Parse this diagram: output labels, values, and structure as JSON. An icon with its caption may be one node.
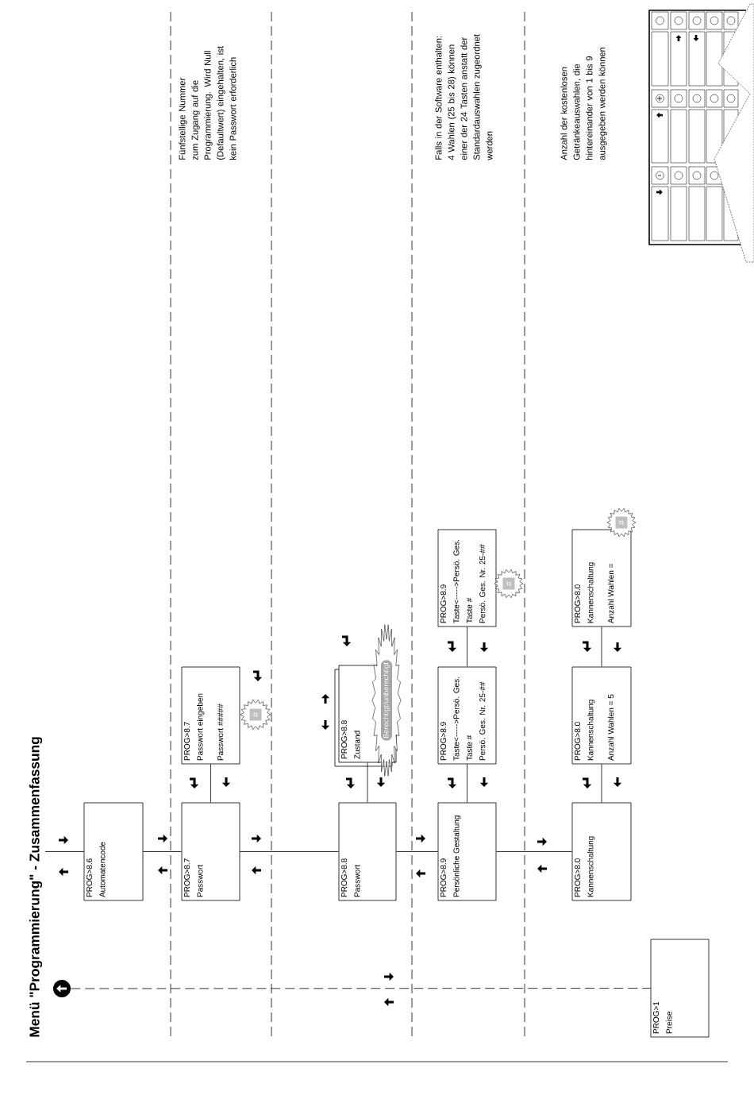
{
  "diagram": {
    "title": "Menü \"Programmierung\" - Zusammenfassung",
    "nodes": [
      {
        "text": [
          "PROG>8.6",
          "Automatencode"
        ]
      },
      {
        "text": [
          "PROG>8.7",
          "Passwort"
        ]
      },
      {
        "text": [
          "PROG>8.7",
          "Passwort eingeben",
          "Passwort #####"
        ]
      },
      {
        "text": [
          "PROG>8.8",
          "Passwort"
        ]
      },
      {
        "text": [
          "PROG>8.8",
          "Zustand"
        ]
      },
      {
        "text": [
          "PROG>8.9",
          "Persönliche Gestaltung"
        ]
      },
      {
        "text": [
          "PROG>8.9",
          "Taste<----->Persö. Ges.",
          "Taste #",
          "Persö. Ges. Nr. 25-##"
        ]
      },
      {
        "text": [
          "PROG>8.9",
          "Taste<----->Persö. Ges.",
          "Taste #",
          "Persö. Ges. Nr. 25-##"
        ]
      },
      {
        "text": [
          "PROG>8.0",
          "Kannenschaltung"
        ]
      },
      {
        "text": [
          "PROG>8.0",
          "Kannenschaltung",
          "Anzahl Wahlen = 5"
        ]
      },
      {
        "text": [
          "PROG>8.0",
          "Kannenschaltung",
          "Anzahl Wahlen ="
        ]
      },
      {
        "text": [
          "PROG>1",
          "Preise"
        ]
      },
      {
        "text": [],
        "shape": "circle"
      }
    ],
    "edges": [
      {
        "from": null,
        "to": 0,
        "arrow": "none"
      },
      {
        "from": 0,
        "to": 1,
        "arrow": "none"
      },
      {
        "from": 1,
        "to": 3,
        "arrow": "none"
      },
      {
        "from": 3,
        "to": 5,
        "arrow": "none"
      },
      {
        "from": 5,
        "to": 8,
        "arrow": "none"
      },
      {
        "from": 1,
        "to": 2,
        "arrow": "none"
      },
      {
        "from": 3,
        "to": 4,
        "arrow": "none"
      },
      {
        "from": 5,
        "to": 6,
        "arrow": "none"
      },
      {
        "from": 6,
        "to": 7,
        "arrow": "none"
      },
      {
        "from": 8,
        "to": 9,
        "arrow": "none"
      },
      {
        "from": 9,
        "to": 10,
        "arrow": "none"
      },
      {
        "from": 12,
        "to": 11,
        "arrow": "none",
        "style": "dashed"
      }
    ],
    "labels": [
      "Fünfstellige Nummer zum Zugang auf die Programmierung. Wird Null (Defaultwert) eingehalten, ist kein Passwort erforderlich",
      "Falls in der Software enthalten: 4 Wahlen (25 bis 28) können einer der 24 Tasten anstatt der Standardauswahlen zugeordnet werden",
      "Anzahl der kostenlosen Getränkeauswahlen, die hintereinander von 1 bis 9 ausgegeben werden können",
      "Berechtigt/unberechtigt",
      "#",
      "#",
      "#"
    ]
  }
}
